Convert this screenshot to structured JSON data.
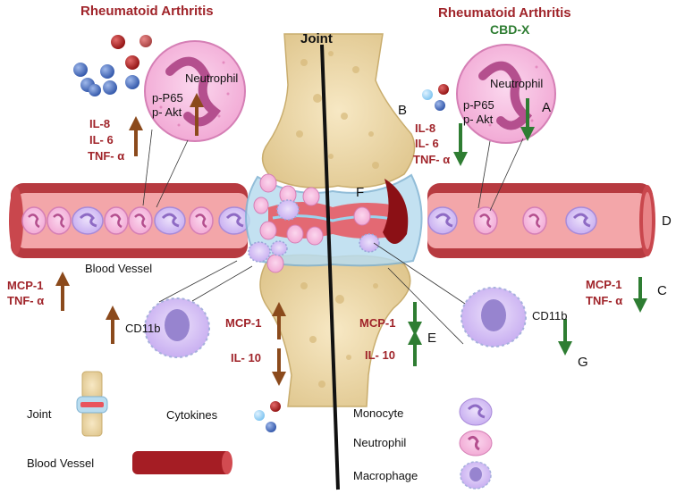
{
  "left_panel": {
    "title": "Rheumatoid Arthritis",
    "cell_label": "Neutrophil",
    "marker_1": "p-P65",
    "marker_2": "p- Akt",
    "cytokine_1": "IL-8",
    "cytokine_2": "IL- 6",
    "cytokine_3": "TNF- α",
    "vessel_label": "Blood Vessel",
    "vessel_cytokine_1": "MCP-1",
    "vessel_cytokine_2": "TNF- α",
    "marker_cd11b": "CD11b",
    "joint_cytokine_1": "MCP-1",
    "joint_cytokine_2": "IL- 10"
  },
  "right_panel": {
    "title": "Rheumatoid Arthritis",
    "subtitle": "CBD-X",
    "cell_label": "Neutrophil",
    "marker_1": "p-P65",
    "marker_2": "p- Akt",
    "cytokine_1": "IL-8",
    "cytokine_2": "IL- 6",
    "cytokine_3": "TNF- α",
    "vessel_cytokine_1": "MCP-1",
    "vessel_cytokine_2": "TNF- α",
    "marker_cd11b": "CD11b",
    "joint_cytokine_1": "MCP-1",
    "joint_cytokine_2": "IL- 10"
  },
  "center": {
    "title": "Joint"
  },
  "letters": {
    "A": "A",
    "B": "B",
    "C": "C",
    "D": "D",
    "E": "E",
    "F": "F",
    "G": "G"
  },
  "legend": {
    "joint": "Joint",
    "cytokines": "Cytokines",
    "blood_vessel": "Blood Vessel",
    "monocyte": "Monocyte",
    "neutrophil": "Neutrophil",
    "macrophage": "Macrophage"
  },
  "colors": {
    "up_arrow": "#8b4a1c",
    "down_arrow": "#2e7d32",
    "title_red": "#a0242a",
    "cbd_green": "#2e7d32",
    "vessel_wall": "#c9474d",
    "vessel_lumen": "#f1a0a3",
    "neutrophil": "#f4b6dc",
    "monocyte": "#cdb6f0"
  }
}
